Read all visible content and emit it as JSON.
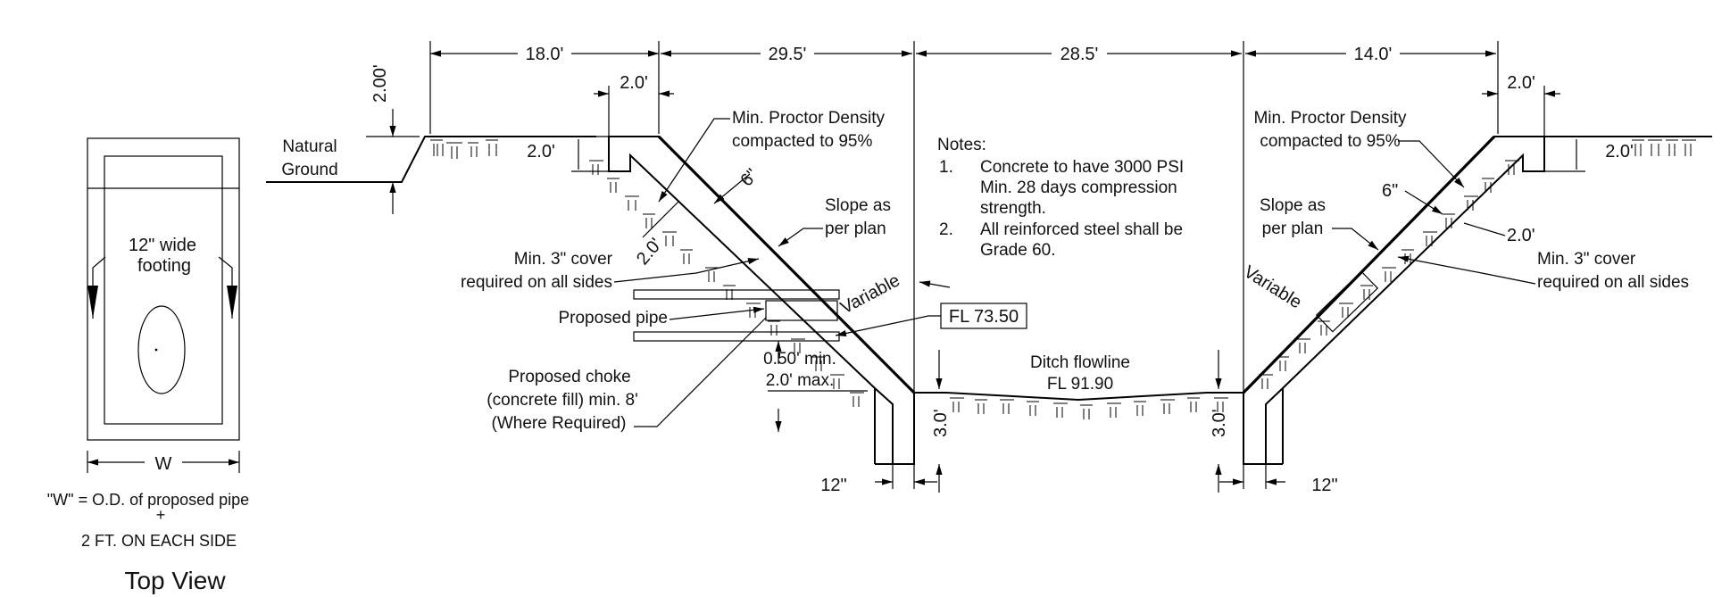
{
  "dimensions": {
    "top_18": "18.0'",
    "top_29_5": "29.5'",
    "top_28_5": "28.5'",
    "top_14": "14.0'",
    "left_2_0_top": "2.0'",
    "right_2_0_top": "2.0'",
    "left_2_00_vertical": "2.00'",
    "left_2_0_side": "2.0'",
    "right_2_0_side": "2.0'",
    "left_2_0_diag": "2.0'",
    "right_2_0_diag": "2.0'",
    "left_6in": "6\"",
    "right_6in": "6\"",
    "left_3_0": "3.0'",
    "right_3_0": "3.0'",
    "left_12in": "12\"",
    "right_12in": "12\"",
    "variable_left": "Variable",
    "variable_right": "Variable"
  },
  "labels": {
    "natural_ground_1": "Natural",
    "natural_ground_2": "Ground",
    "proctor_left_1": "Min. Proctor Density",
    "proctor_left_2": "compacted to 95%",
    "proctor_right_1": "Min. Proctor Density",
    "proctor_right_2": "compacted to 95%",
    "slope_left_1": "Slope as",
    "slope_left_2": "per plan",
    "slope_right_1": "Slope as",
    "slope_right_2": "per plan",
    "cover_left_1": "Min. 3\" cover",
    "cover_left_2": "required on all sides",
    "cover_right_1": "Min. 3\" cover",
    "cover_right_2": "required on all sides",
    "proposed_pipe": "Proposed pipe",
    "fl_box": "FL 73.50",
    "min_max_1": "0.50' min.",
    "min_max_2": "2.0' max.",
    "choke_1": "Proposed choke",
    "choke_2": "(concrete fill) min. 8'",
    "choke_3": "(Where Required)",
    "ditch_1": "Ditch flowline",
    "ditch_2": "FL 91.90"
  },
  "notes": {
    "title": "Notes:",
    "items": [
      {
        "num": "1.",
        "lines": [
          "Concrete to have 3000 PSI",
          "Min. 28 days compression",
          "strength."
        ]
      },
      {
        "num": "2.",
        "lines": [
          "All reinforced steel shall be",
          "Grade 60."
        ]
      }
    ]
  },
  "top_view": {
    "footing_1": "12\" wide",
    "footing_2": "footing",
    "w_label": "W",
    "w_note_1": "\"W\" = O.D. of proposed pipe",
    "w_note_2": "+",
    "w_note_3": "2 FT. ON EACH SIDE",
    "title": "Top View"
  }
}
